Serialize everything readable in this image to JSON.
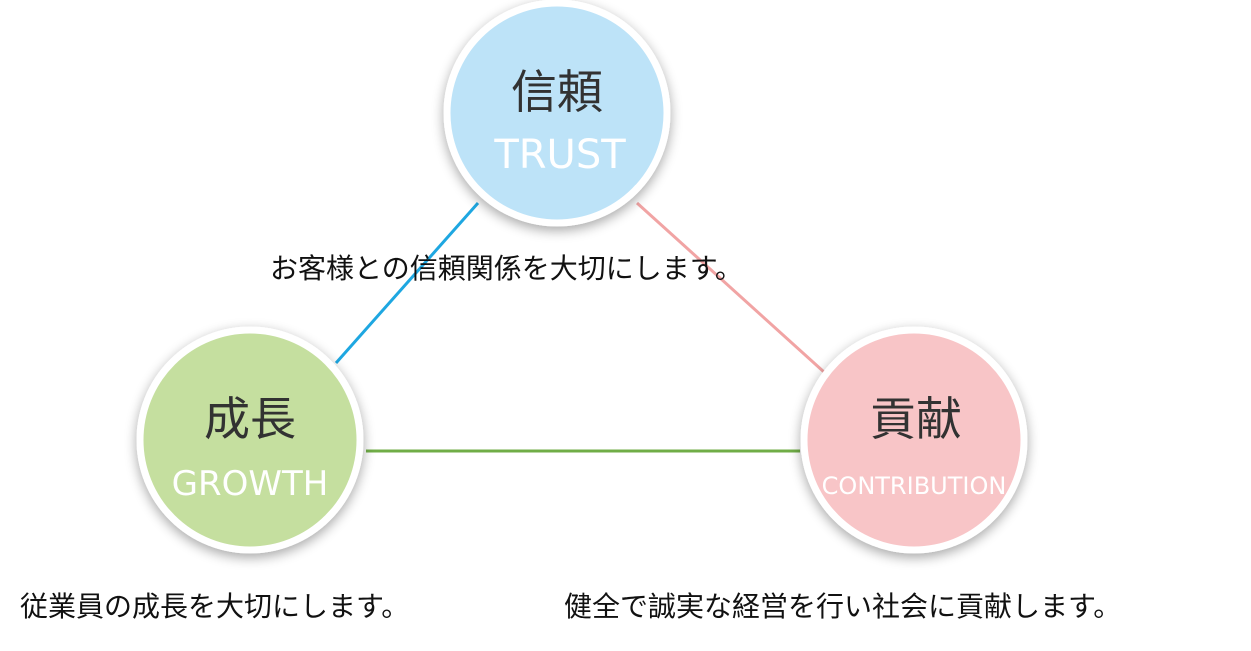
{
  "nodes": {
    "trust": {
      "title": "信頼",
      "subtitle": "TRUST",
      "fill": "#bde3f8",
      "caption": "お客様との信頼関係を大切にします。"
    },
    "growth": {
      "title": "成長",
      "subtitle": "GROWTH",
      "fill": "#c5df9f",
      "caption": "従業員の成長を大切にします。"
    },
    "contribution": {
      "title": "貢献",
      "subtitle": "CONTRIBUTION",
      "fill": "#f8c5c7",
      "caption": "健全で誠実な経営を行い社会に貢献します。"
    }
  },
  "connectors": {
    "trust_growth": "#1ea7e1",
    "trust_contribution": "#f1a4a4",
    "growth_contribution": "#70ad47"
  }
}
